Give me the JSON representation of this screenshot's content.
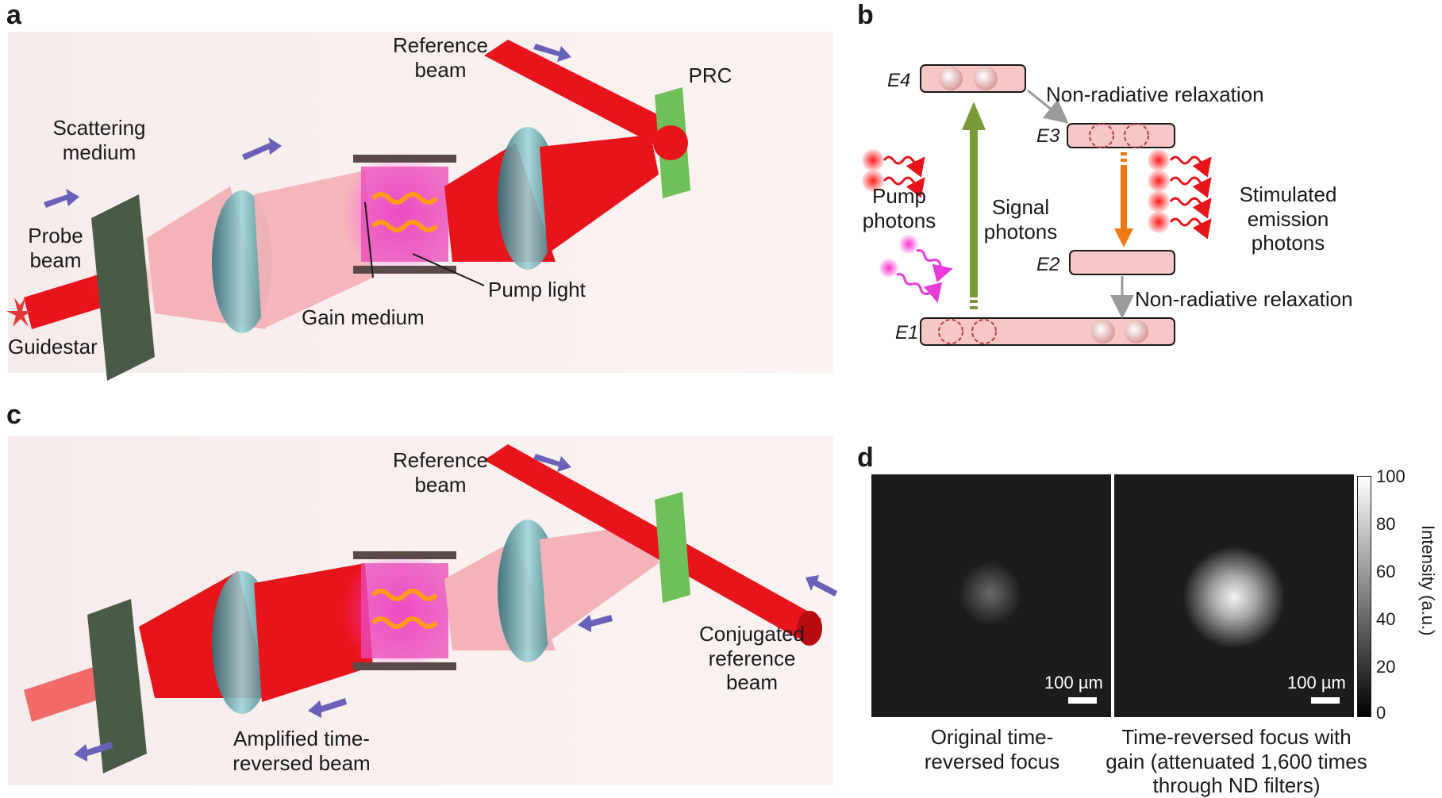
{
  "panels": {
    "a": "a",
    "b": "b",
    "c": "c",
    "d": "d"
  },
  "panel_a": {
    "reference_beam": "Reference\nbeam",
    "prc": "PRC",
    "scattering_medium": "Scattering\nmedium",
    "probe_beam": "Probe\nbeam",
    "guidestar": "Guidestar",
    "gain_medium": "Gain medium",
    "pump_light": "Pump light"
  },
  "panel_b": {
    "e4": "E4",
    "e3": "E3",
    "e2": "E2",
    "e1": "E1",
    "nonrad_top": "Non-radiative relaxation",
    "nonrad_bottom": "Non-radiative relaxation",
    "pump_photons": "Pump\nphotons",
    "signal_photons": "Signal\nphotons",
    "stimulated": "Stimulated\nemission\nphotons"
  },
  "panel_c": {
    "reference_beam": "Reference\nbeam",
    "conjugated": "Conjugated\nreference\nbeam",
    "amplified": "Amplified time-\nreversed beam"
  },
  "panel_d": {
    "scale_left": "100 µm",
    "scale_right": "100 µm",
    "caption_left": "Original time-\nreversed focus",
    "caption_right": "Time-reversed focus with\ngain (attenuated 1,600 times\nthrough ND filters)",
    "colorbar_title": "Intensity (a.u.)",
    "colorbar_ticks": [
      "100",
      "80",
      "60",
      "40",
      "20",
      "0"
    ]
  },
  "colors": {
    "laser_red": "#e8141c",
    "speckle_pink": "#f4b3b8",
    "level_fill": "#f7c6c6",
    "pump_magenta": "#e83cd8",
    "pump_arrow": "#7a9a3a",
    "emission_arrow": "#f07a12",
    "lens_teal": "#5ea3a8",
    "arrow_purple": "#6a62b8",
    "prc_green": "#6fbf5a"
  }
}
